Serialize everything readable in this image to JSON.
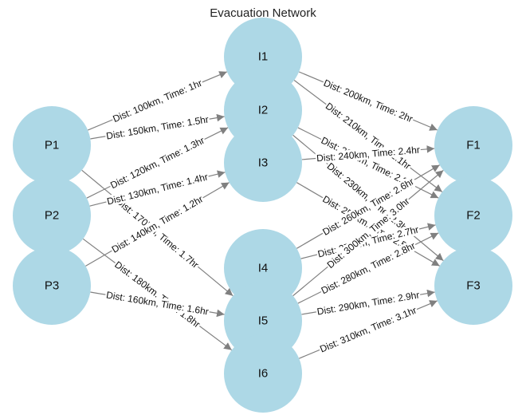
{
  "title": "Evacuation Network",
  "colors": {
    "node_fill": "#add8e6",
    "edge": "#808080",
    "label_bg": "#ffffff"
  },
  "nodes": [
    {
      "id": "P1",
      "label": "P1"
    },
    {
      "id": "P2",
      "label": "P2"
    },
    {
      "id": "P3",
      "label": "P3"
    },
    {
      "id": "I1",
      "label": "I1"
    },
    {
      "id": "I2",
      "label": "I2"
    },
    {
      "id": "I3",
      "label": "I3"
    },
    {
      "id": "I4",
      "label": "I4"
    },
    {
      "id": "I5",
      "label": "I5"
    },
    {
      "id": "I6",
      "label": "I6"
    },
    {
      "id": "F1",
      "label": "F1"
    },
    {
      "id": "F2",
      "label": "F2"
    },
    {
      "id": "F3",
      "label": "F3"
    }
  ],
  "edges": [
    {
      "from": "P1",
      "to": "I1",
      "label": "Dist: 100km, Time: 1hr"
    },
    {
      "from": "P1",
      "to": "I2",
      "label": "Dist: 150km, Time: 1.5hr"
    },
    {
      "from": "P1",
      "to": "I5",
      "label": "Dist: 170km, Time: 1.7hr"
    },
    {
      "from": "P2",
      "to": "I2",
      "label": "Dist: 120km, Time: 1.3hr"
    },
    {
      "from": "P2",
      "to": "I3",
      "label": "Dist: 130km, Time: 1.4hr"
    },
    {
      "from": "P2",
      "to": "I6",
      "label": "Dist: 180km, Time: 1.8hr"
    },
    {
      "from": "P3",
      "to": "I3",
      "label": "Dist: 140km, Time: 1.2hr"
    },
    {
      "from": "P3",
      "to": "I5",
      "label": "Dist: 160km, Time: 1.6hr"
    },
    {
      "from": "I1",
      "to": "F1",
      "label": "Dist: 200km, Time: 2hr"
    },
    {
      "from": "I1",
      "to": "F2",
      "label": "Dist: 210km, Time: 2.1hr"
    },
    {
      "from": "I2",
      "to": "F2",
      "label": "Dist: 220km, Time: 2.2hr"
    },
    {
      "from": "I2",
      "to": "F3",
      "label": "Dist: 230km, Time: 2.3hr"
    },
    {
      "from": "I3",
      "to": "F1",
      "label": "Dist: 240km, Time: 2.4hr"
    },
    {
      "from": "I3",
      "to": "F3",
      "label": "Dist: 250km, Time: 2.5hr"
    },
    {
      "from": "I4",
      "to": "F1",
      "label": "Dist: 260km, Time: 2.6hr"
    },
    {
      "from": "I4",
      "to": "F2",
      "label": "Dist: 270km, Time: 2.7hr"
    },
    {
      "from": "I5",
      "to": "F2",
      "label": "Dist: 280km, Time: 2.8hr"
    },
    {
      "from": "I5",
      "to": "F3",
      "label": "Dist: 290km, Time: 2.9hr"
    },
    {
      "from": "I5",
      "to": "F1",
      "label": "Dist: 300km, Time: 3.0hr"
    },
    {
      "from": "I6",
      "to": "F3",
      "label": "Dist: 310km, Time: 3.1hr"
    }
  ]
}
